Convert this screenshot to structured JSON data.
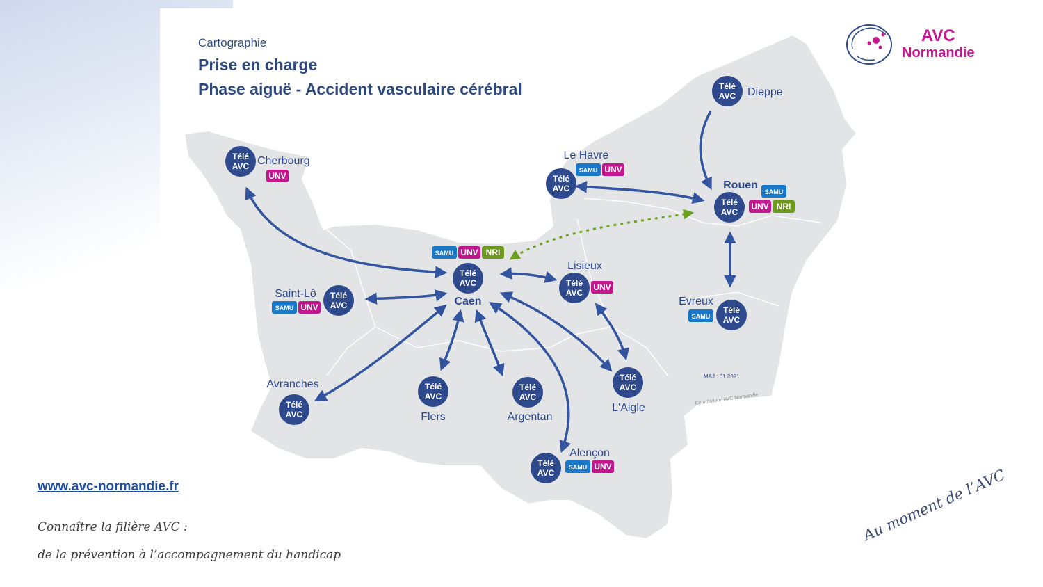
{
  "header": {
    "subtitle": "Cartographie",
    "title1": "Prise en charge",
    "title2": "Phase aiguë - Accident vasculaire cérébral"
  },
  "logo": {
    "line1": "AVC",
    "line2": "Normandie"
  },
  "colors": {
    "node": "#2e4a8c",
    "samu": "#1a78c8",
    "unv": "#c3168f",
    "nri": "#6e9a1e",
    "arrow": "#33549e",
    "dashed": "#6ea020",
    "map": "#e3e4e6"
  },
  "node_label": [
    "Télé",
    "AVC"
  ],
  "cities": [
    {
      "id": "dieppe",
      "name": "Dieppe",
      "badges": []
    },
    {
      "id": "cherbourg",
      "name": "Cherbourg",
      "badges": [
        "UNV"
      ]
    },
    {
      "id": "le-havre",
      "name": "Le Havre",
      "badges": [
        "SAMU",
        "UNV"
      ]
    },
    {
      "id": "rouen",
      "name": "Rouen",
      "badges": [
        "SAMU",
        "UNV",
        "NRI"
      ]
    },
    {
      "id": "caen",
      "name": "Caen",
      "badges": [
        "SAMU",
        "UNV",
        "NRI"
      ]
    },
    {
      "id": "lisieux",
      "name": "Lisieux",
      "badges": [
        "UNV"
      ]
    },
    {
      "id": "saint-lo",
      "name": "Saint-Lô",
      "badges": [
        "SAMU",
        "UNV"
      ]
    },
    {
      "id": "evreux",
      "name": "Evreux",
      "badges": [
        "SAMU"
      ]
    },
    {
      "id": "avranches",
      "name": "Avranches",
      "badges": []
    },
    {
      "id": "flers",
      "name": "Flers",
      "badges": []
    },
    {
      "id": "argentan",
      "name": "Argentan",
      "badges": []
    },
    {
      "id": "laigle",
      "name": "L'Aigle",
      "badges": []
    },
    {
      "id": "alencon",
      "name": "Alençon",
      "badges": [
        "SAMU",
        "UNV"
      ]
    }
  ],
  "update_note": "MAJ : 01 2021",
  "credit": "Coordination AVC Normandie",
  "website": "www.avc-normandie.fr",
  "footer": {
    "line1": "Connaître la filière AVC  :",
    "line2": "de la prévention à l’accompagnement du handicap"
  },
  "tagline": "Au moment de l’AVC"
}
